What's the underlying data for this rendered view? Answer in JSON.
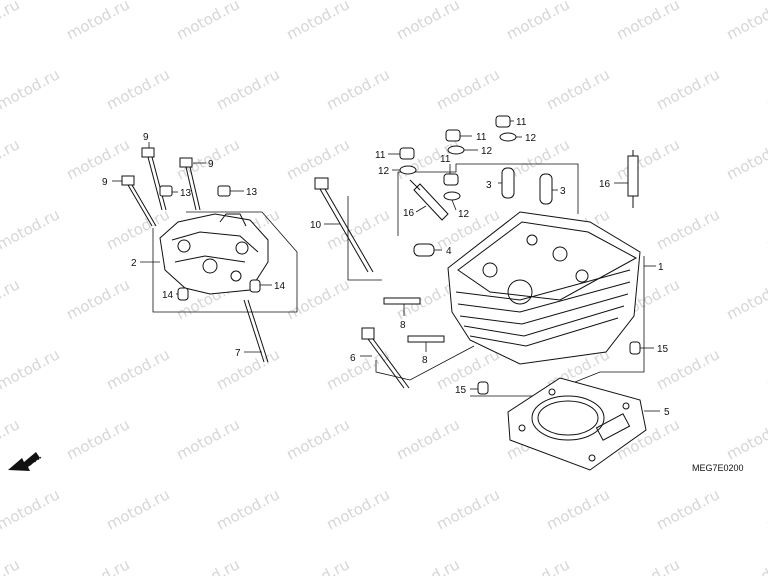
{
  "watermark": "motod.ru",
  "diagram_code": "MEG7E0200",
  "front_indicator": "FR.",
  "callouts": {
    "p1": "1",
    "p2": "2",
    "p3a": "3",
    "p3b": "3",
    "p4": "4",
    "p5": "5",
    "p6": "6",
    "p7": "7",
    "p8a": "8",
    "p8b": "8",
    "p9a": "9",
    "p9b": "9",
    "p9c": "9",
    "p10": "10",
    "p11a": "11",
    "p11b": "11",
    "p11c": "11",
    "p11d": "11",
    "p12a": "12",
    "p12b": "12",
    "p12c": "12",
    "p12d": "12",
    "p13a": "13",
    "p13b": "13",
    "p14a": "14",
    "p14b": "14",
    "p15a": "15",
    "p15b": "15",
    "p16a": "16",
    "p16b": "16"
  }
}
